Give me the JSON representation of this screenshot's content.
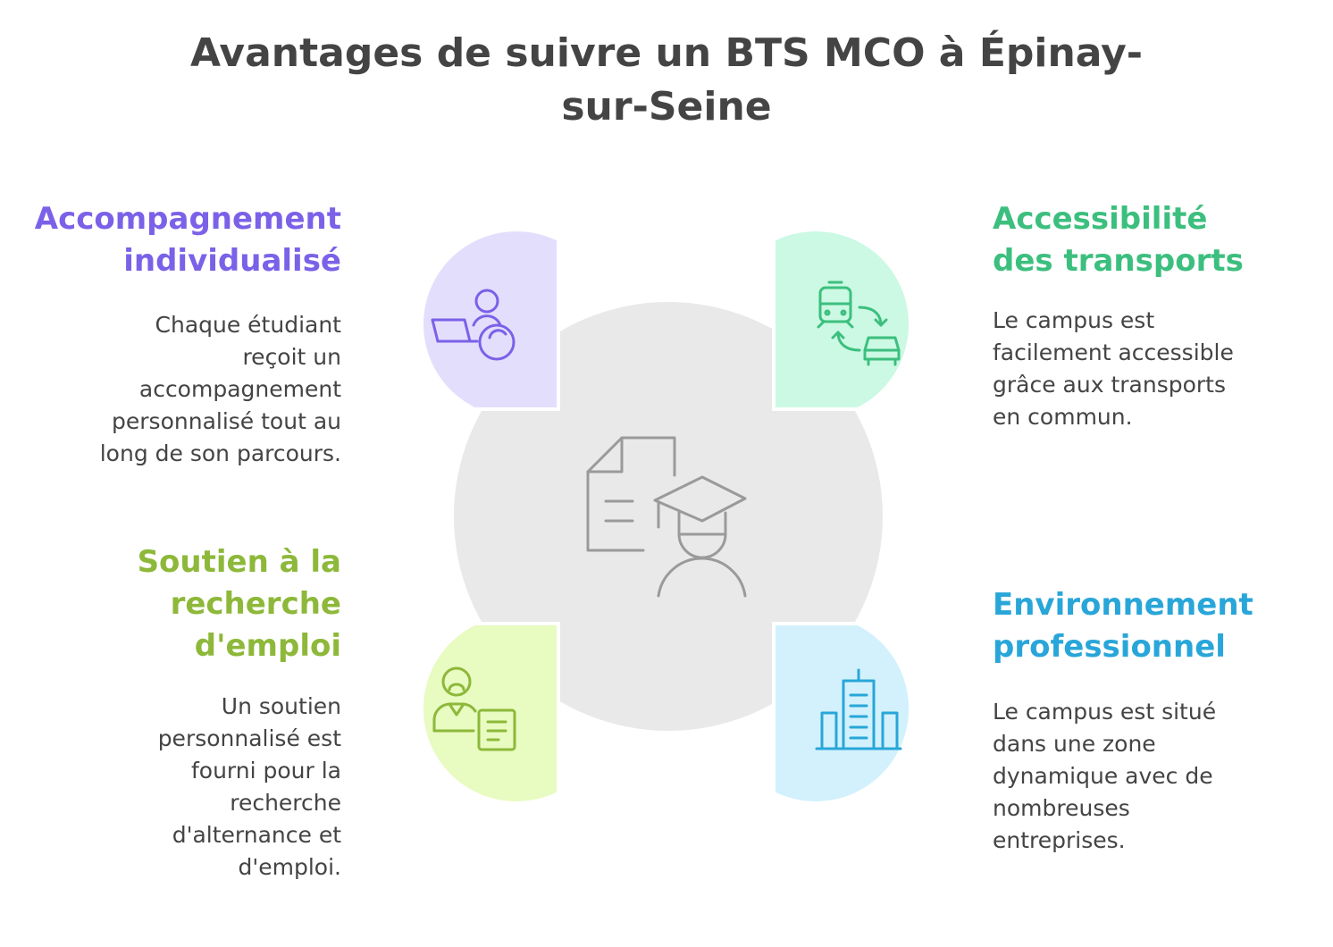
{
  "title": {
    "line1": "Avantages de suivre un BTS MCO à Épinay-",
    "line2": "sur-Seine"
  },
  "quadrants": {
    "top_left": {
      "heading": [
        "Accompagnement",
        "individualisé"
      ],
      "description": [
        "Chaque étudiant",
        "reçoit un",
        "accompagnement",
        "personnalisé tout au",
        "long de son parcours."
      ],
      "color": "#7B61E8",
      "fill": "#E4DEFD",
      "icon": "person-laptop-icon"
    },
    "top_right": {
      "heading": [
        "Accessibilité",
        "des transports"
      ],
      "description": [
        "Le campus est",
        "facilement accessible",
        "grâce aux transports",
        "en commun."
      ],
      "color": "#3CBF7E",
      "fill": "#CBF9E3",
      "icon": "train-car-transfer-icon"
    },
    "bottom_left": {
      "heading": [
        "Soutien à la",
        "recherche",
        "d'emploi"
      ],
      "description": [
        "Un soutien",
        "personnalisé est",
        "fourni pour la",
        "recherche",
        "d'alternance et",
        "d'emploi."
      ],
      "color": "#8DB83A",
      "fill": "#E8FBC0",
      "icon": "job-seeker-document-icon"
    },
    "bottom_right": {
      "heading": [
        "Environnement",
        "professionnel"
      ],
      "description": [
        "Le campus est situé",
        "dans une zone",
        "dynamique avec de",
        "nombreuses",
        "entreprises."
      ],
      "color": "#29A6D9",
      "fill": "#D2F1FC",
      "icon": "office-buildings-icon"
    }
  },
  "center": {
    "icon": "graduate-document-icon",
    "fill": "#E6E6E6",
    "stroke": "#9A9A9A"
  }
}
